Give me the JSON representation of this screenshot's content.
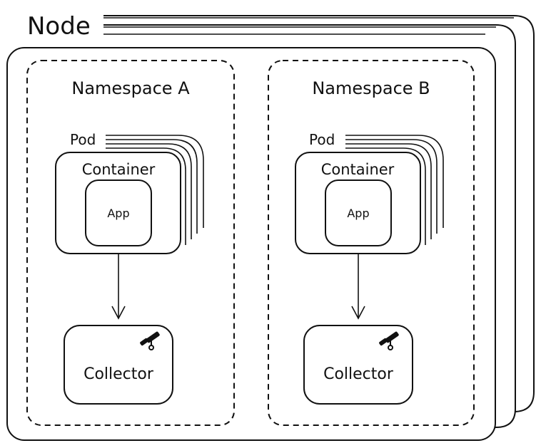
{
  "node": {
    "label": "Node"
  },
  "namespaces": [
    {
      "title": "Namespace A",
      "pod_label": "Pod",
      "container_label": "Container",
      "app_label": "App",
      "collector_label": "Collector",
      "collector_icon": "telescope-icon"
    },
    {
      "title": "Namespace B",
      "pod_label": "Pod",
      "container_label": "Container",
      "app_label": "App",
      "collector_label": "Collector",
      "collector_icon": "telescope-icon"
    }
  ]
}
